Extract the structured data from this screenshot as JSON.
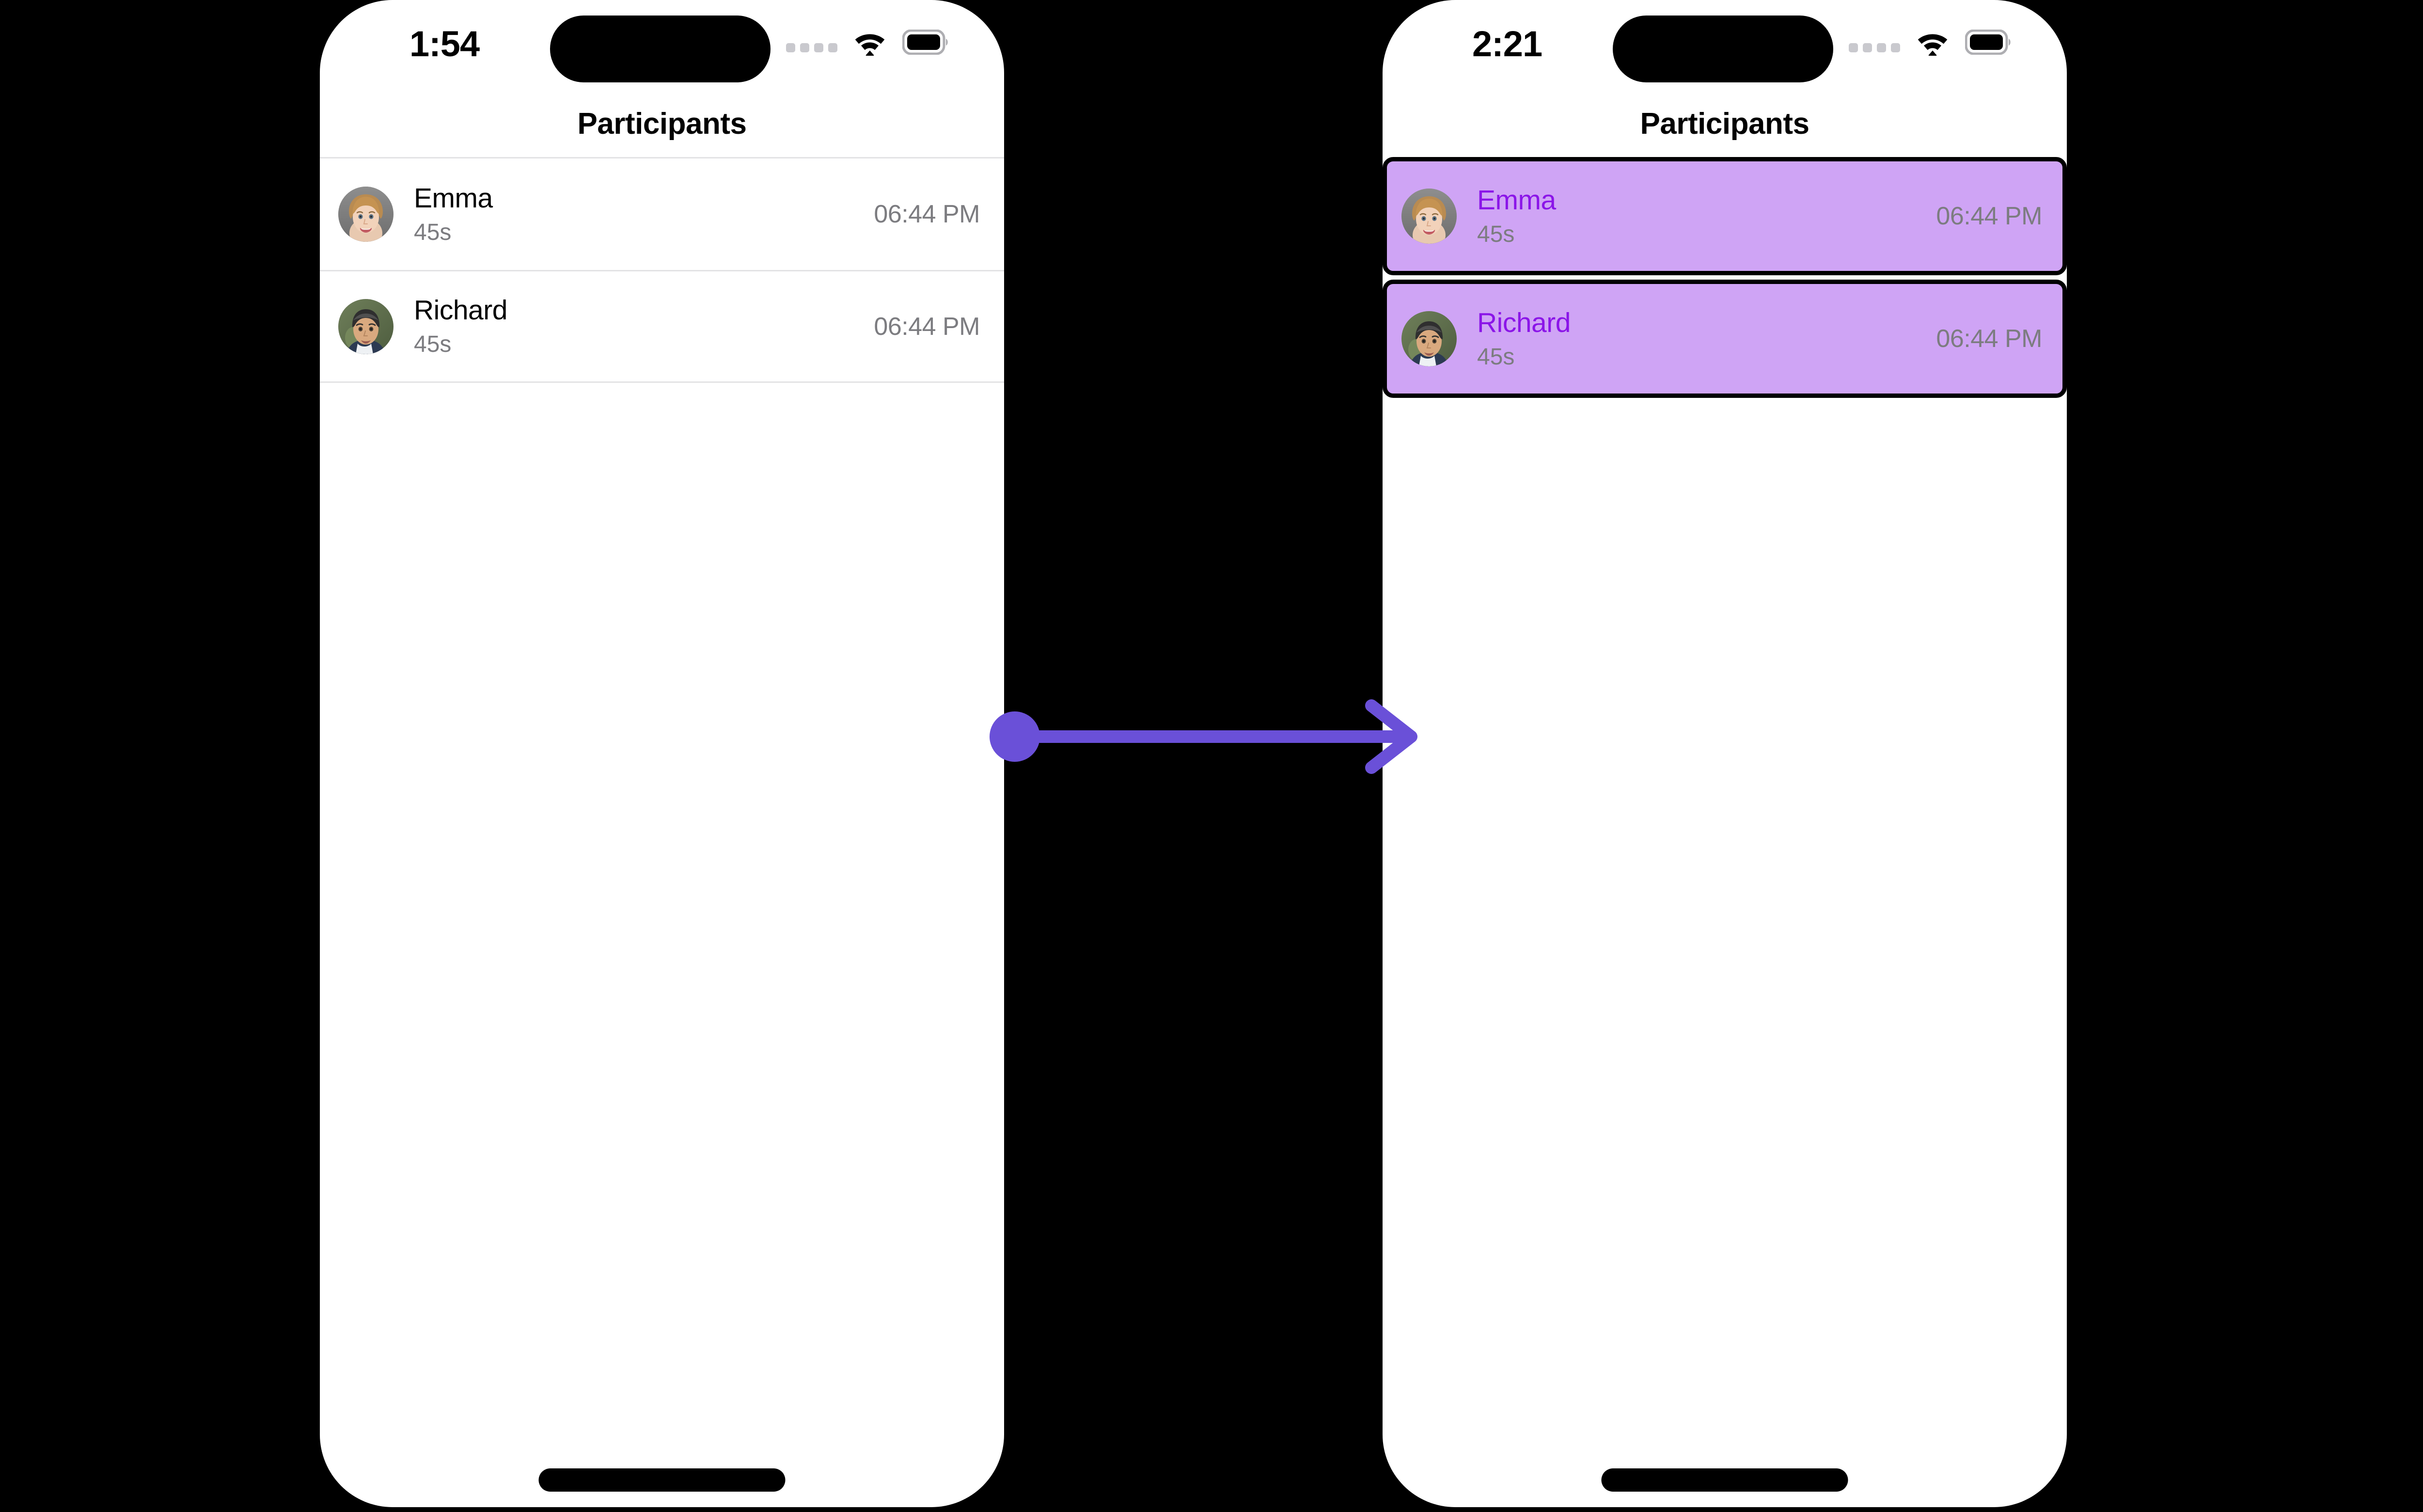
{
  "annotation": {
    "arrow_color": "#6a50d8",
    "type": "transition-arrow",
    "direction": "right"
  },
  "screens": [
    {
      "id": "before",
      "status_bar": {
        "time": "1:54",
        "cellular_icon": "cellular-dots-icon",
        "wifi_icon": "wifi-icon",
        "battery_icon": "battery-full-icon"
      },
      "nav": {
        "title": "Participants"
      },
      "participants": [
        {
          "name": "Emma",
          "duration": "45s",
          "time": "06:44 PM",
          "avatar": "avatar-emma",
          "selected": false
        },
        {
          "name": "Richard",
          "duration": "45s",
          "time": "06:44 PM",
          "avatar": "avatar-richard",
          "selected": false
        }
      ]
    },
    {
      "id": "after",
      "status_bar": {
        "time": "2:21",
        "cellular_icon": "cellular-dots-icon",
        "wifi_icon": "wifi-icon",
        "battery_icon": "battery-full-icon"
      },
      "nav": {
        "title": "Participants"
      },
      "participants": [
        {
          "name": "Emma",
          "duration": "45s",
          "time": "06:44 PM",
          "avatar": "avatar-emma",
          "selected": true
        },
        {
          "name": "Richard",
          "duration": "45s",
          "time": "06:44 PM",
          "avatar": "avatar-richard",
          "selected": true
        }
      ]
    }
  ],
  "colors": {
    "highlight_background": "#cfa4f5",
    "highlight_name_text": "#8b15e8",
    "subtitle_text": "#7c7c80",
    "time_text": "#7c7c80",
    "separator": "#e3e3e5",
    "arrow": "#6a50d8",
    "screen_background": "#ffffff",
    "page_background": "#000000"
  }
}
